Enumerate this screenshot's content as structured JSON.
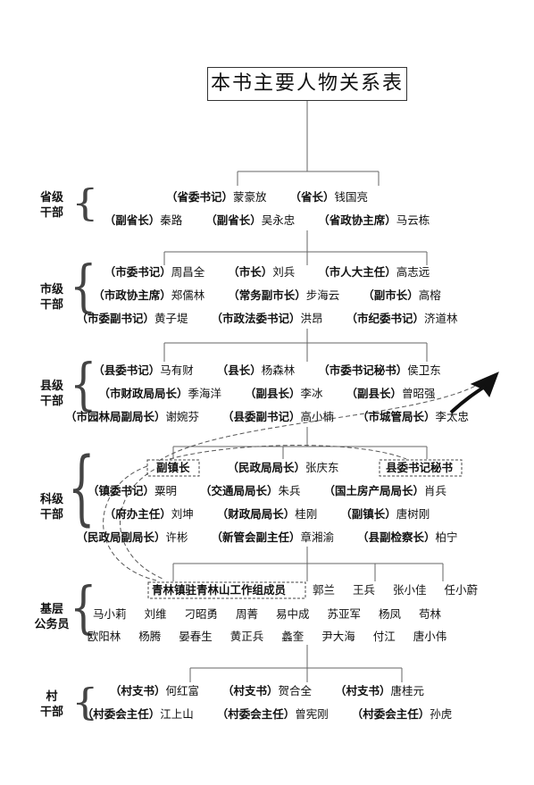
{
  "title": "本书主要人物关系表",
  "levels": [
    {
      "lines": [
        "省级",
        "干部"
      ]
    },
    {
      "lines": [
        "市级",
        "干部"
      ]
    },
    {
      "lines": [
        "县级",
        "干部"
      ]
    },
    {
      "lines": [
        "科级",
        "干部"
      ]
    },
    {
      "lines": [
        "基层",
        "公务员"
      ]
    },
    {
      "lines": [
        "村",
        "干部"
      ]
    }
  ],
  "province": [
    [
      {
        "t": "（省委书记）",
        "n": "蒙豪放"
      },
      {
        "t": "（省长）",
        "n": "钱国亮"
      }
    ],
    [
      {
        "t": "（副省长）",
        "n": "秦路"
      },
      {
        "t": "（副省长）",
        "n": "吴永忠"
      },
      {
        "t": "（省政协主席）",
        "n": "马云栋"
      }
    ]
  ],
  "city": [
    [
      {
        "t": "（市委书记）",
        "n": "周昌全"
      },
      {
        "t": "（市长）",
        "n": "刘兵"
      },
      {
        "t": "（市人大主任）",
        "n": "高志远"
      }
    ],
    [
      {
        "t": "（市政协主席）",
        "n": "郑儒林"
      },
      {
        "t": "（常务副市长）",
        "n": "步海云"
      },
      {
        "t": "（副市长）",
        "n": "高榕"
      }
    ],
    [
      {
        "t": "（市委副书记）",
        "n": "黄子堤"
      },
      {
        "t": "（市政法委书记）",
        "n": "洪昂"
      },
      {
        "t": "（市纪委书记）",
        "n": "济道林"
      }
    ]
  ],
  "county": [
    [
      {
        "t": "（县委书记）",
        "n": "马有财"
      },
      {
        "t": "（县长）",
        "n": "杨森林"
      },
      {
        "t": "（市委书记秘书）",
        "n": "侯卫东"
      }
    ],
    [
      {
        "t": "（市财政局局长）",
        "n": "季海洋"
      },
      {
        "t": "（副县长）",
        "n": "李冰"
      },
      {
        "t": "（副县长）",
        "n": "曾昭强"
      }
    ],
    [
      {
        "t": "（市园林局副局长）",
        "n": "谢婉芬"
      },
      {
        "t": "（县委副书记）",
        "n": "高小楠"
      },
      {
        "t": "（市城管局长）",
        "n": "李太忠"
      }
    ]
  ],
  "section_boxes": {
    "left": "副镇长",
    "right": "县委书记秘书"
  },
  "section_row1": {
    "t": "（民政局局长）",
    "n": "张庆东"
  },
  "section": [
    [
      {
        "t": "（镇委书记）",
        "n": "粟明"
      },
      {
        "t": "（交通局局长）",
        "n": "朱兵"
      },
      {
        "t": "（国土房产局局长）",
        "n": "肖兵"
      }
    ],
    [
      {
        "t": "（府办主任）",
        "n": "刘坤"
      },
      {
        "t": "（财政局局长）",
        "n": "桂刚"
      },
      {
        "t": "（副镇长）",
        "n": "唐树刚"
      }
    ],
    [
      {
        "t": "（民政局副局长）",
        "n": "许彬"
      },
      {
        "t": "（新管会副主任）",
        "n": "章湘渝"
      },
      {
        "t": "（县副检察长）",
        "n": "柏宁"
      }
    ]
  ],
  "grassroots_box": "青林镇驻青林山工作组成员",
  "grassroots_row1": [
    "郭兰",
    "王兵",
    "张小佳",
    "任小蔚"
  ],
  "grassroots": [
    [
      "马小莉",
      "刘维",
      "刁昭勇",
      "周菁",
      "易中成",
      "苏亚军",
      "杨凤",
      "苟林"
    ],
    [
      "欧阳林",
      "杨腾",
      "晏春生",
      "黄正兵",
      "蠡奎",
      "尹大海",
      "付江",
      "唐小伟"
    ]
  ],
  "village": [
    [
      {
        "t": "（村支书）",
        "n": "何红富"
      },
      {
        "t": "（村支书）",
        "n": "贺合全"
      },
      {
        "t": "（村支书）",
        "n": "唐桂元"
      }
    ],
    [
      {
        "t": "（村委会主任）",
        "n": "江上山"
      },
      {
        "t": "（村委会主任）",
        "n": "曾宪刚"
      },
      {
        "t": "（村委会主任）",
        "n": "孙虎"
      }
    ]
  ]
}
